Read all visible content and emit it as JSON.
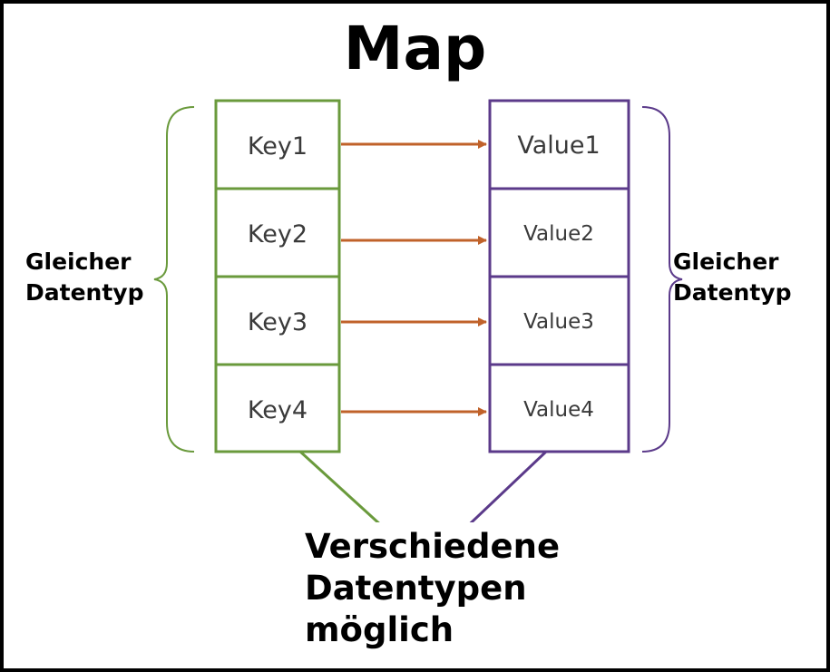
{
  "title": "Map",
  "keys": [
    "Key1",
    "Key2",
    "Key3",
    "Key4"
  ],
  "values": [
    "Value1",
    "Value2",
    "Value3",
    "Value4"
  ],
  "left_label": [
    "Gleicher",
    "Datentyp"
  ],
  "right_label": [
    "Gleicher",
    "Datentyp"
  ],
  "bottom_label": [
    "Verschiedene",
    "Datentypen",
    "möglich"
  ],
  "colors": {
    "key_border": "#6a9a3c",
    "value_border": "#5b3a8a",
    "arrow": "#c0622a",
    "left_brace": "#6a9a3c",
    "right_brace": "#5b3a8a"
  }
}
